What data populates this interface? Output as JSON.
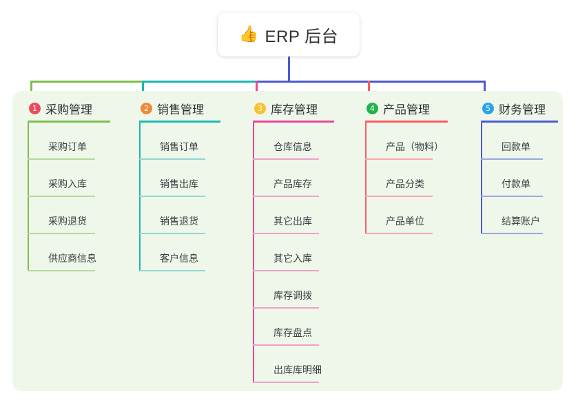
{
  "diagram": {
    "type": "mindmap-tree",
    "title": "ERP 后台",
    "background_color": "#ffffff",
    "panel_color": "#eff7ea",
    "root": {
      "icon": "thumbs-up-emoji",
      "emoji": "👍",
      "label": "ERP 后台",
      "card_color": "#ffffff"
    },
    "trunk_color": "#4a5bd0",
    "branches": [
      {
        "number": "1",
        "badge_color": "#ec4c5a",
        "line_color": "#7dbe4c",
        "leaf_line_color": "#b7d99a",
        "connector_color": "#7dbe4c",
        "title": "采购管理",
        "items": [
          "采购订单",
          "采购入库",
          "采购退货",
          "供应商信息"
        ]
      },
      {
        "number": "2",
        "badge_color": "#f0873c",
        "line_color": "#19b8ae",
        "leaf_line_color": "#8fd8d2",
        "connector_color": "#19b8ae",
        "title": "销售管理",
        "items": [
          "销售订单",
          "销售出库",
          "销售退货",
          "客户信息"
        ]
      },
      {
        "number": "3",
        "badge_color": "#fcc02e",
        "line_color": "#e8459b",
        "leaf_line_color": "#f0a0c8",
        "connector_color": "#e8459b",
        "title": "库存管理",
        "items": [
          "仓库信息",
          "产品库存",
          "其它出库",
          "其它入库",
          "库存调拨",
          "库存盘点",
          "出库库明细"
        ]
      },
      {
        "number": "4",
        "badge_color": "#22b24c",
        "line_color": "#fb5a63",
        "leaf_line_color": "#fba5a8",
        "connector_color": "#fb5a63",
        "title": "产品管理",
        "items": [
          "产品（物料）",
          "产品分类",
          "产品单位"
        ]
      },
      {
        "number": "5",
        "badge_color": "#2ba3e8",
        "line_color": "#4a5bd0",
        "leaf_line_color": "#9aa7e2",
        "connector_color": "#4a5bd0",
        "title": "财务管理",
        "items": [
          "回款单",
          "付款单",
          "结算账户"
        ]
      }
    ]
  }
}
